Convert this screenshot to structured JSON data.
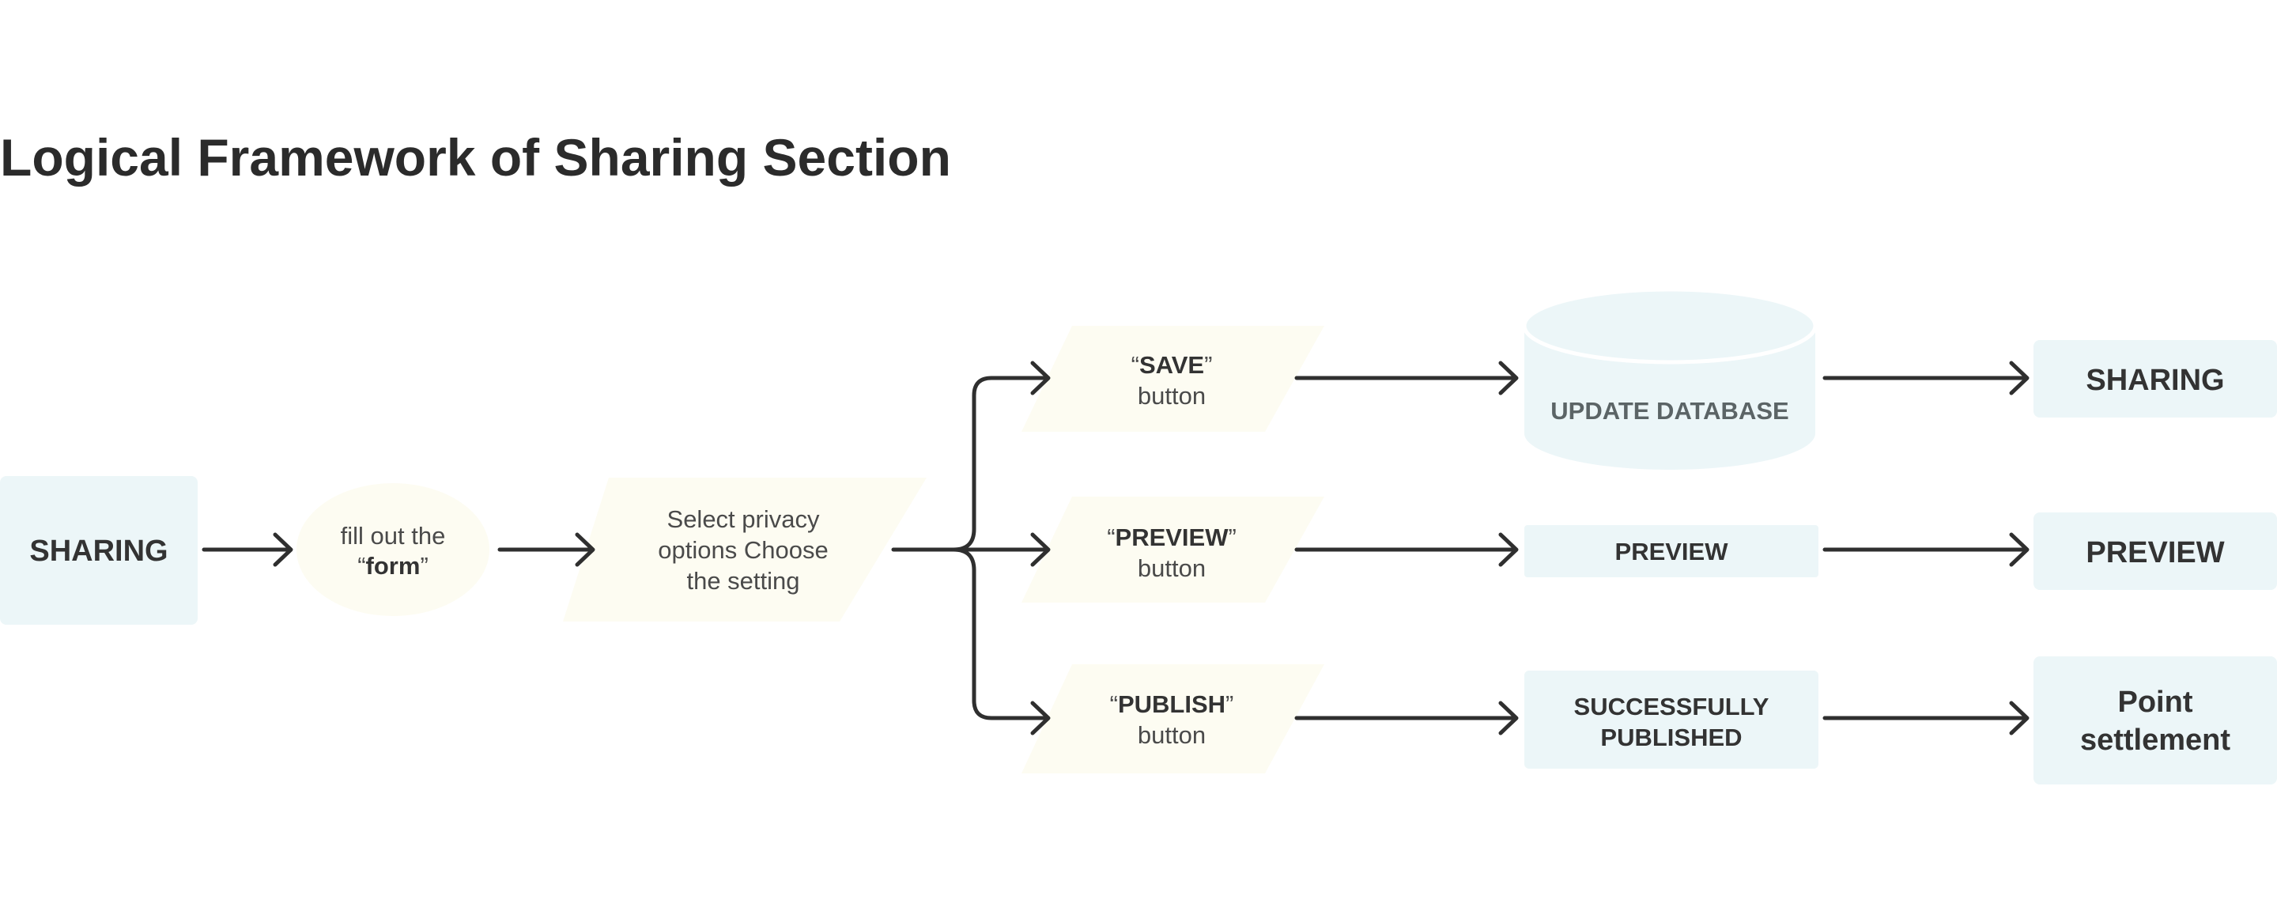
{
  "title": "Logical Framework of Sharing Section",
  "colors": {
    "terminal_fill": "#ecf6f8",
    "input_fill": "#fdfcf2",
    "edge": "#2f2f2f",
    "text_dark": "#333333",
    "text_grey": "#5b6466"
  },
  "nodes": {
    "start": {
      "label": "SHARING"
    },
    "form": {
      "line1": "fill out the",
      "quote_open": "“",
      "bold": "form",
      "quote_close": "”"
    },
    "privacy": {
      "line1": "Select privacy",
      "line2": "options Choose",
      "line3": "the setting"
    },
    "save": {
      "quote_open": "“",
      "bold": "SAVE",
      "quote_close": "”",
      "line2": "button"
    },
    "preview_btn": {
      "quote_open": "“",
      "bold": "PREVIEW",
      "quote_close": "”",
      "line2": "button"
    },
    "publish_btn": {
      "quote_open": "“",
      "bold": "PUBLISH",
      "quote_close": "”",
      "line2": "button"
    },
    "database": {
      "label": "UPDATE DATABASE"
    },
    "preview_mid": {
      "label": "PREVIEW"
    },
    "published": {
      "line1": "SUCCESSFULLY",
      "line2": "PUBLISHED"
    },
    "end_sharing": {
      "label": "SHARING"
    },
    "end_preview": {
      "label": "PREVIEW"
    },
    "end_points": {
      "line1": "Point",
      "line2": "settlement"
    }
  }
}
